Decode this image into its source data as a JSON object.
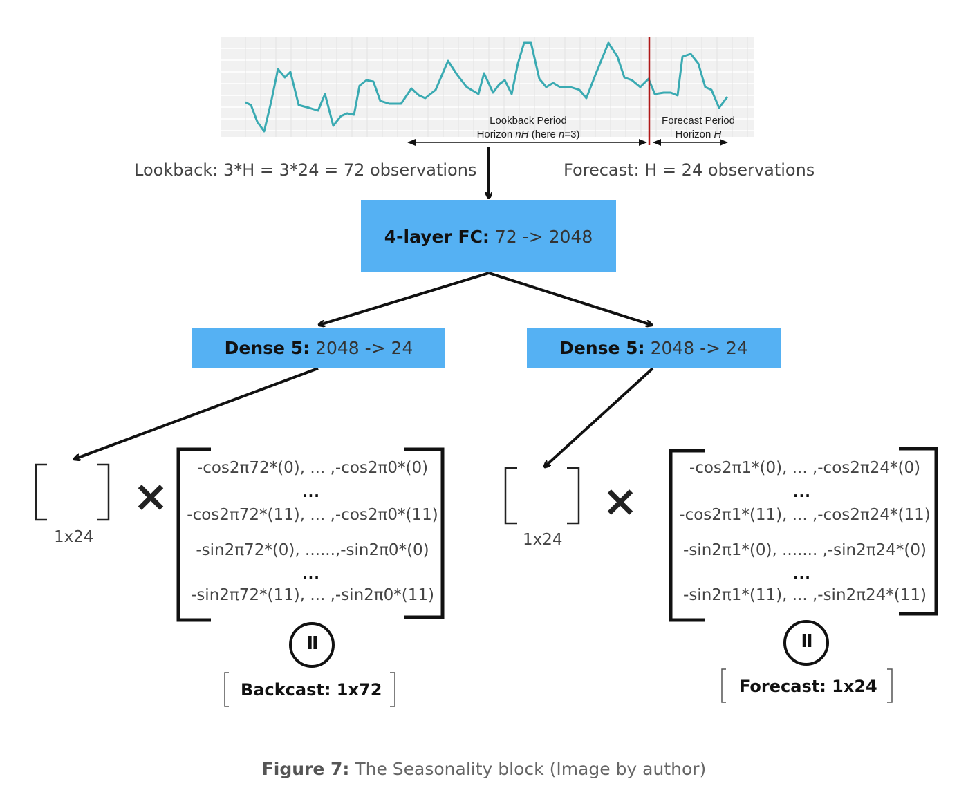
{
  "timeseries": {
    "lookback_label_line1": "Lookback Period",
    "lookback_label_line2_prefix": "Horizon ",
    "lookback_label_line2_nh": "nH",
    "lookback_label_line2_mid": " (here ",
    "lookback_label_line2_n": "n",
    "lookback_label_line2_suffix": "=3)",
    "forecast_label_line1": "Forecast Period",
    "forecast_label_line2_prefix": "Horizon ",
    "forecast_label_line2_h": "H",
    "line_color": "#3aaab2",
    "divider_color": "#b01818"
  },
  "lookback_text": "Lookback: 3*H = 3*24 = 72 observations",
  "forecast_text": "Forecast: H = 24 observations",
  "fc_box": {
    "bold": "4-layer FC:",
    "rest": "72 -> 2048"
  },
  "dense_left": {
    "bold": "Dense 5:",
    "rest": "2048 -> 24"
  },
  "dense_right": {
    "bold": "Dense 5:",
    "rest": "2048 -> 24"
  },
  "left": {
    "vector_dim": "1x24",
    "times": "×",
    "matrix_rows": [
      "-cos2π72*(0), ... ,-cos2π0*(0)",
      "...",
      "-cos2π72*(11), ... ,-cos2π0*(11)",
      "-sin2π72*(0), ......,-sin2π0*(0)",
      "...",
      "-sin2π72*(11), ... ,-sin2π0*(11)"
    ],
    "equals_symbol": "II",
    "result": "Backcast: 1x72"
  },
  "right": {
    "vector_dim": "1x24",
    "times": "×",
    "matrix_rows": [
      "-cos2π1*(0), ... ,-cos2π24*(0)",
      "...",
      "-cos2π1*(11), ... ,-cos2π24*(11)",
      "-sin2π1*(0), ....... ,-sin2π24*(0)",
      "...",
      "-sin2π1*(11), ... ,-sin2π24*(11)"
    ],
    "equals_symbol": "II",
    "result": "Forecast: 1x24"
  },
  "caption": {
    "bold": "Figure 7:",
    "rest": " The Seasonality block (Image by author)"
  },
  "colors": {
    "box_fill": "#55b1f3",
    "arrow": "#111111"
  }
}
